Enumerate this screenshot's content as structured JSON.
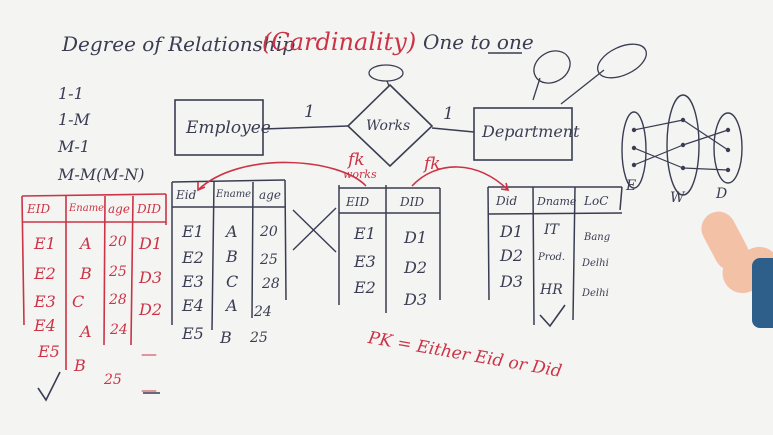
{
  "title": {
    "text": "Degree of Relationship",
    "paren": "(Cardinality)",
    "type": "One to one"
  },
  "ratios": [
    "1-1",
    "1-M",
    "M-1",
    "M-M(M-N)"
  ],
  "er": {
    "entity_left": "Employee",
    "relationship": "Works",
    "entity_right": "Department",
    "card_left": "1",
    "card_right": "1"
  },
  "mapping": {
    "labels": [
      "E",
      "W",
      "D"
    ]
  },
  "table_red": {
    "headers": [
      "EID",
      "Ename",
      "age",
      "DID"
    ],
    "rows": [
      [
        "E1",
        "A",
        "20",
        "D1"
      ],
      [
        "E2",
        "B",
        "25",
        "D3"
      ],
      [
        "E3",
        "C",
        "28",
        "D2"
      ],
      [
        "E4",
        "A",
        "24",
        "—"
      ],
      [
        "E5",
        "B",
        "25",
        "—"
      ]
    ]
  },
  "table_emp": {
    "headers": [
      "Eid",
      "Ename",
      "age"
    ],
    "rows": [
      [
        "E1",
        "A",
        "20"
      ],
      [
        "E2",
        "B",
        "25"
      ],
      [
        "E3",
        "C",
        "28"
      ],
      [
        "E4",
        "A",
        "24"
      ],
      [
        "E5",
        "B",
        "25"
      ]
    ]
  },
  "table_works": {
    "label": "works",
    "headers": [
      "EID",
      "DID"
    ],
    "rows": [
      [
        "E1",
        "D1"
      ],
      [
        "E3",
        "D2"
      ],
      [
        "E2",
        "D3"
      ]
    ]
  },
  "table_dept": {
    "headers": [
      "Did",
      "Dname",
      "LoC"
    ],
    "rows": [
      [
        "D1",
        "IT",
        "Bang"
      ],
      [
        "D2",
        "Prod.",
        "Delhi"
      ],
      [
        "D3",
        "HR",
        "Delhi"
      ]
    ]
  },
  "annotations": {
    "fk_left": "fk",
    "fk_right": "fk",
    "pk_note": "PK = Either Eid or Did"
  },
  "colors": {
    "ink_blue": "#3a3d52",
    "ink_red": "#cc3346",
    "board": "#f4f4f2"
  }
}
